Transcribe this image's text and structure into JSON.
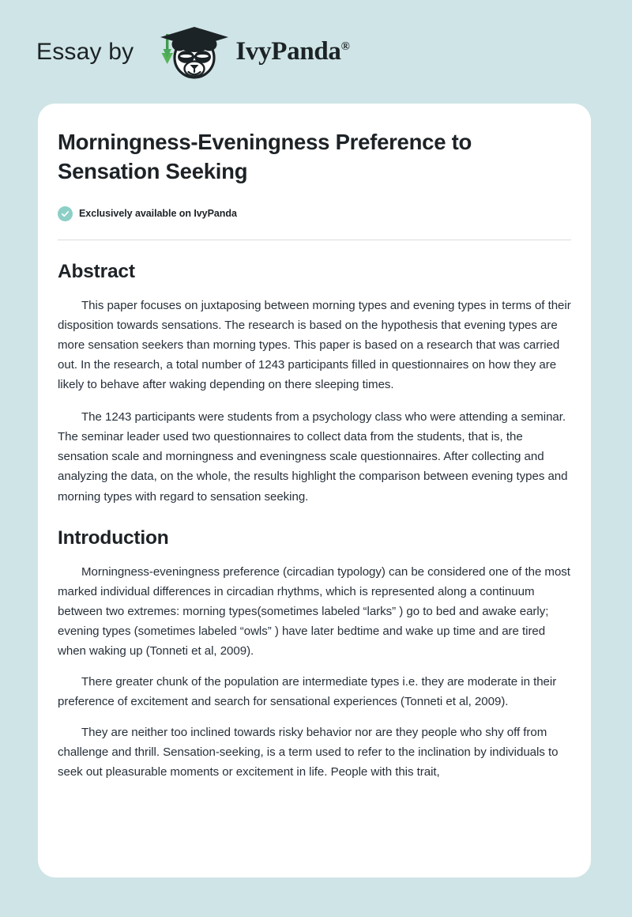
{
  "page": {
    "background_color": "#cfe4e6",
    "card_color": "#ffffff",
    "accent_color": "#8ccfc6",
    "text_color": "#27303a"
  },
  "header": {
    "essay_by_label": "Essay by",
    "brand_name": "IvyPanda",
    "registered_symbol": "®",
    "logo_icon": "panda-graduation-cap-logo"
  },
  "document": {
    "title": "Morningness-Eveningness Preference to Sensation Seeking",
    "badge": {
      "icon": "check-circle-icon",
      "label": "Exclusively available on IvyPanda"
    },
    "sections": [
      {
        "heading": "Abstract",
        "paragraphs": [
          "This paper focuses on juxtaposing between morning types and evening types in terms of their disposition towards sensations. The research is based on the hypothesis that evening types are more sensation seekers than morning types. This paper is based on a research that was carried out. In the research, a total number of 1243 participants filled in questionnaires on how they are likely to behave after waking depending on there sleeping times.",
          "The 1243 participants were students from a psychology class who were attending a seminar. The seminar leader used two questionnaires to collect data from the students, that is, the sensation scale and morningness and eveningness scale questionnaires. After collecting and analyzing the data, on the whole, the results highlight the comparison between evening types and morning types with regard to sensation seeking."
        ]
      },
      {
        "heading": "Introduction",
        "paragraphs": [
          "Morningness-eveningness preference (circadian typology) can be considered one of the most marked individual differences in circadian rhythms, which is represented along a continuum between two extremes: morning types(sometimes labeled “larks” ) go to bed and awake early; evening types (sometimes labeled “owls” ) have later bedtime and wake up time and are tired when waking up (Tonneti et al, 2009).",
          "There greater chunk of the population are intermediate types i.e. they are moderate in their preference of excitement and search for sensational experiences (Tonneti et al, 2009).",
          "They are neither too inclined towards risky behavior nor are they people who shy off from challenge and thrill. Sensation-seeking, is a term used to refer to the inclination by individuals to seek out pleasurable moments or excitement in life. People with this trait,"
        ]
      }
    ]
  }
}
